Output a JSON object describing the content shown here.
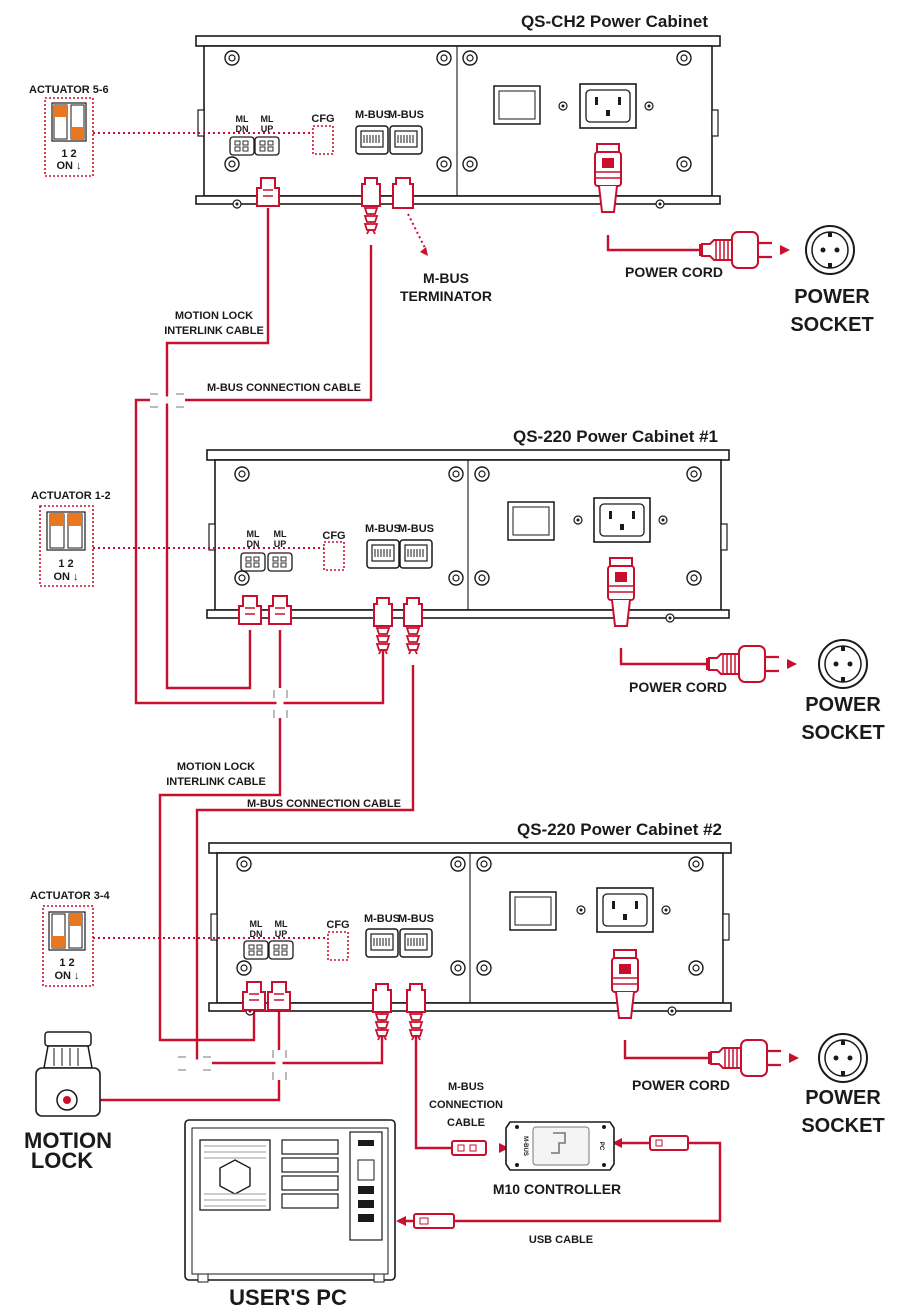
{
  "cabinets": [
    {
      "title": "QS-CH2 Power Cabinet",
      "ml_dn": [
        "ML",
        "DN"
      ],
      "ml_up": [
        "ML",
        "UP"
      ],
      "cfg": "CFG",
      "mbus1": "M-BUS",
      "mbus2": "M-BUS"
    },
    {
      "title": "QS-220 Power Cabinet #1",
      "ml_dn": [
        "ML",
        "DN"
      ],
      "ml_up": [
        "ML",
        "UP"
      ],
      "cfg": "CFG",
      "mbus1": "M-BUS",
      "mbus2": "M-BUS"
    },
    {
      "title": "QS-220 Power Cabinet #2",
      "ml_dn": [
        "ML",
        "DN"
      ],
      "ml_up": [
        "ML",
        "UP"
      ],
      "cfg": "CFG",
      "mbus1": "M-BUS",
      "mbus2": "M-BUS"
    }
  ],
  "actuators": [
    {
      "label": "ACTUATOR 5-6",
      "nums": "1   2",
      "on": "ON ↓"
    },
    {
      "label": "ACTUATOR 1-2",
      "nums": "1   2",
      "on": "ON ↓"
    },
    {
      "label": "ACTUATOR 3-4",
      "nums": "1   2",
      "on": "ON ↓"
    }
  ],
  "labels": {
    "mbus_terminator": [
      "M-BUS",
      "TERMINATOR"
    ],
    "power_cord": "POWER CORD",
    "power_socket": [
      "POWER",
      "SOCKET"
    ],
    "ml_cable": [
      "MOTION LOCK",
      "INTERLINK CABLE"
    ],
    "mbus_cable": "M-BUS CONNECTION CABLE",
    "mbus_conn_cable": [
      "M-BUS",
      "CONNECTION",
      "CABLE"
    ],
    "motion_lock": [
      "MOTION",
      "LOCK"
    ],
    "m10": "M10 CONTROLLER",
    "m10_mbus": "M-BUS",
    "m10_pc": "PC",
    "usb_cable": "USB CABLE",
    "users_pc": "USER'S PC",
    "cfg_on": "ON↓",
    "cfg_nums": "1 2"
  },
  "colors": {
    "accent": "#c8102e",
    "switch_on": "#e87722",
    "line": "#1a1a1a"
  }
}
